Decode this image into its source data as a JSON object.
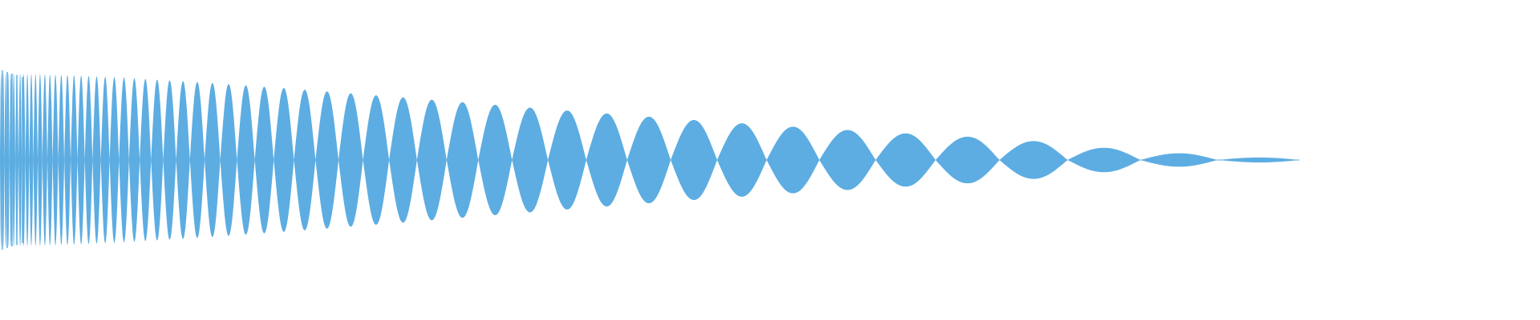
{
  "waveform": {
    "color": "#5DADE2",
    "background": "#FFFFFF",
    "kind": "decaying-tone",
    "lobe_count": 58,
    "envelope": "exponential-decay",
    "peak_level": 1.0,
    "end_fraction": 0.85
  }
}
